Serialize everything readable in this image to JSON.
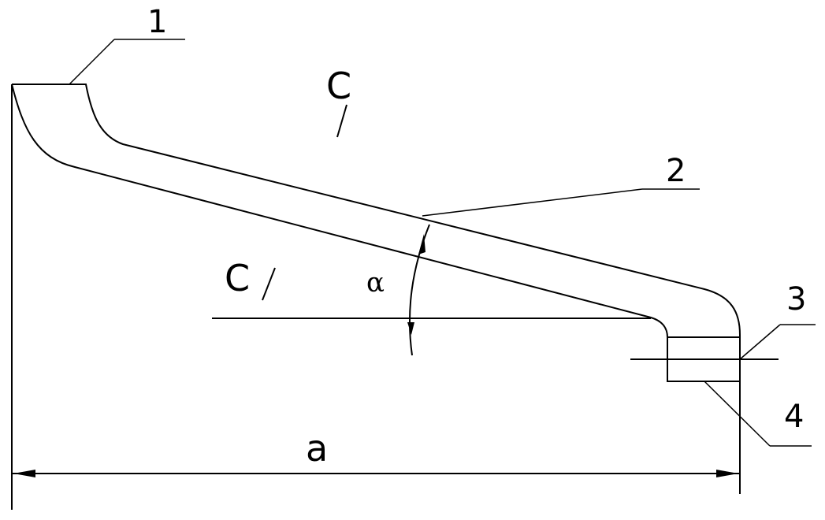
{
  "labels": {
    "part_1": "1",
    "part_2": "2",
    "part_3": "3",
    "part_4": "4",
    "dimension_a": "a",
    "angle_alpha": "α",
    "chamfer_top": "C",
    "chamfer_bottom": "C"
  }
}
